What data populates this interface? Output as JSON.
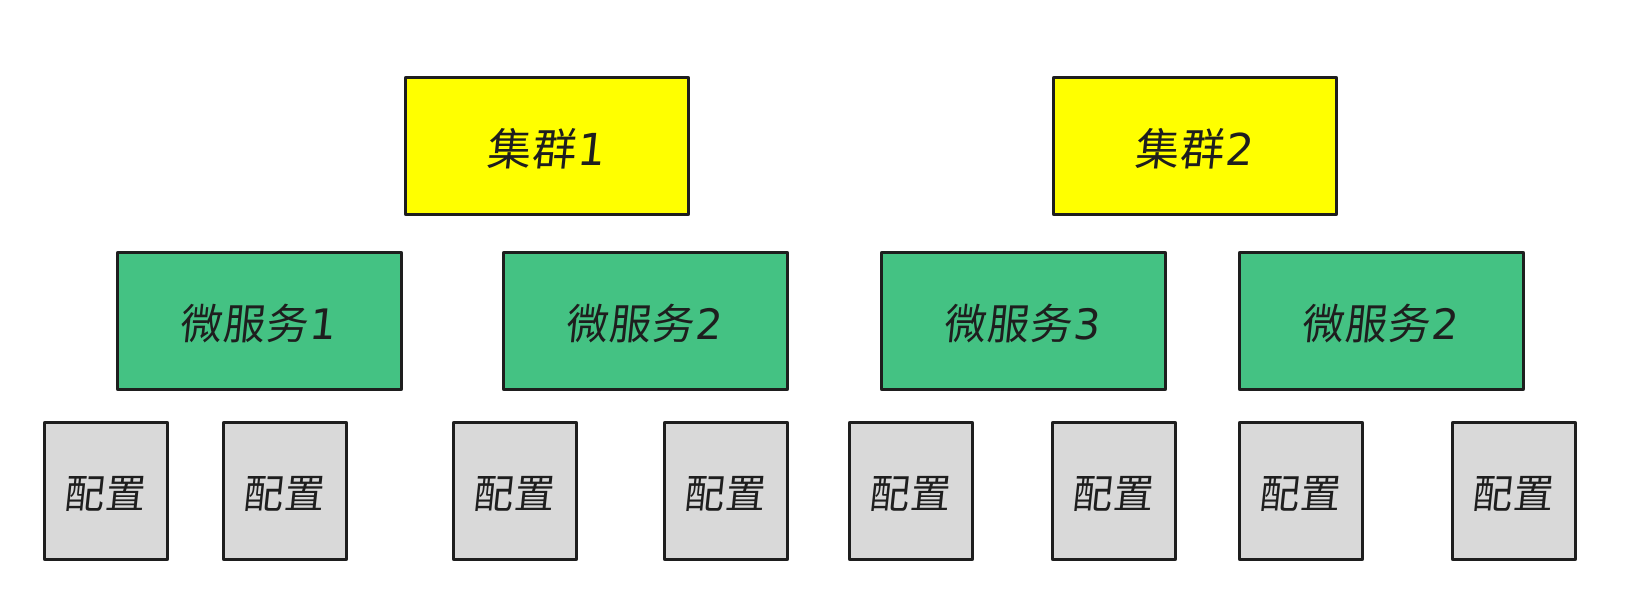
{
  "clusters": [
    {
      "label": "集群1"
    },
    {
      "label": "集群2"
    }
  ],
  "services": [
    {
      "label": "微服务1"
    },
    {
      "label": "微服务2"
    },
    {
      "label": "微服务3"
    },
    {
      "label": "微服务2"
    }
  ],
  "configs": [
    {
      "label": "配置"
    },
    {
      "label": "配置"
    },
    {
      "label": "配置"
    },
    {
      "label": "配置"
    },
    {
      "label": "配置"
    },
    {
      "label": "配置"
    },
    {
      "label": "配置"
    },
    {
      "label": "配置"
    }
  ],
  "colors": {
    "cluster": "#ffff00",
    "service": "#44c283",
    "config": "#d9d9d9",
    "stroke": "#1e1e1e"
  }
}
